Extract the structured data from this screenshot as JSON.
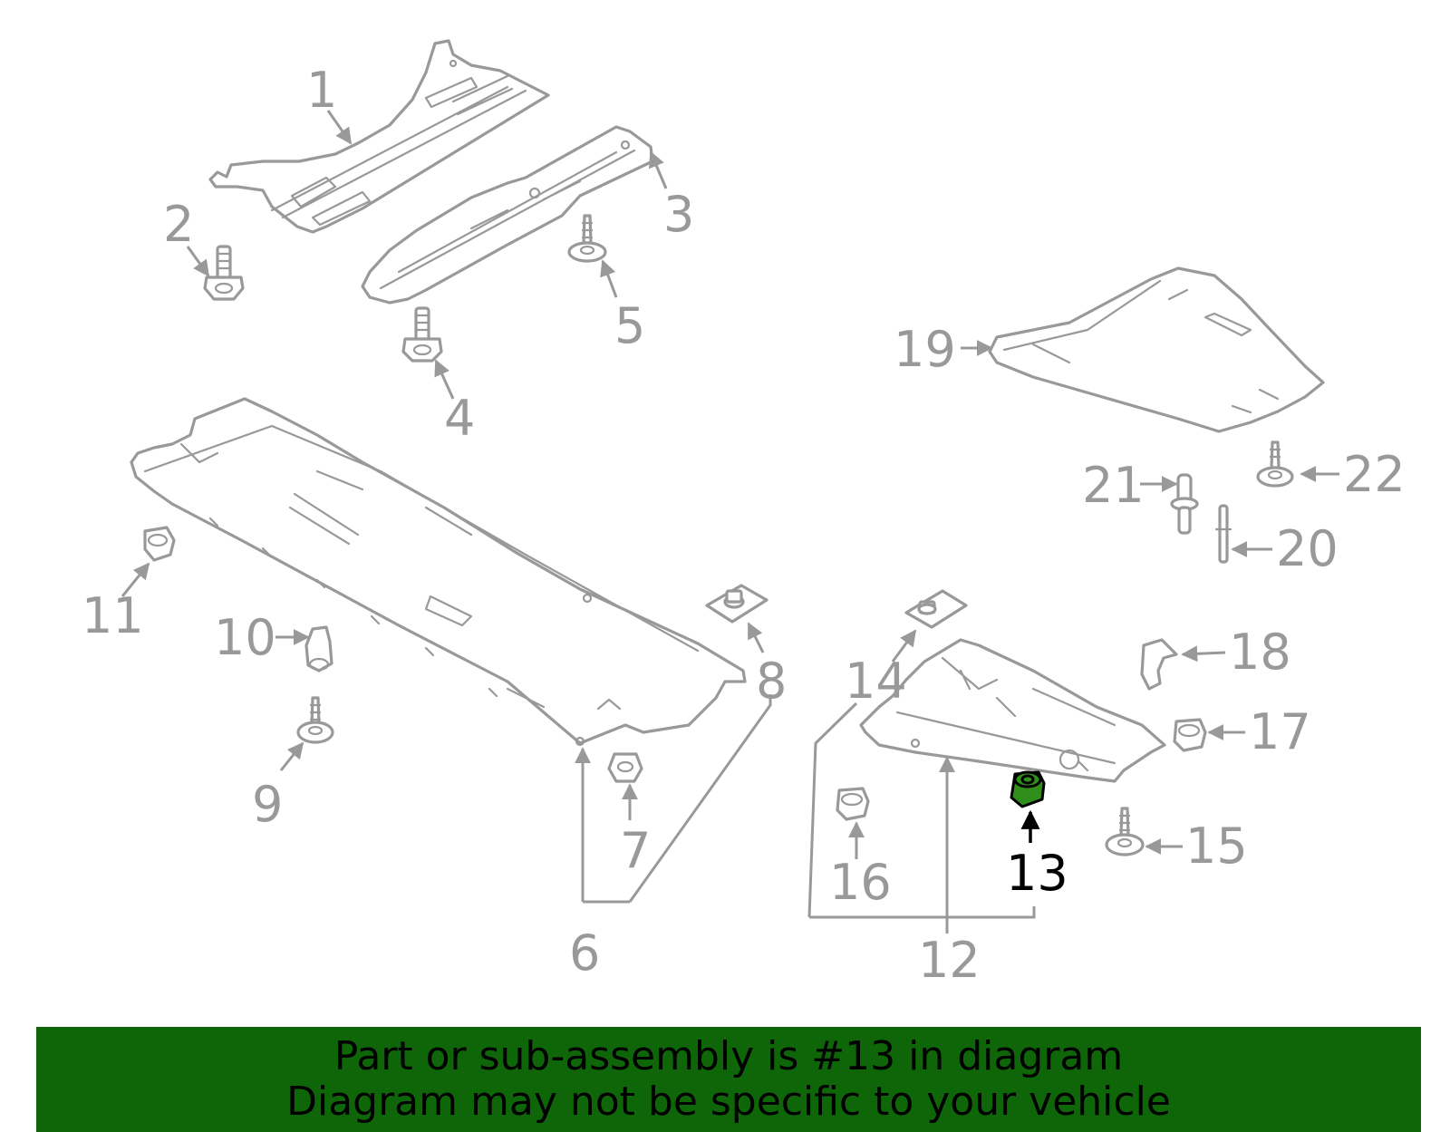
{
  "diagram": {
    "highlighted_callout": "13",
    "highlight_color": "#2f8f1a",
    "line_color": "#999999",
    "callouts": [
      "1",
      "2",
      "3",
      "4",
      "5",
      "6",
      "7",
      "8",
      "9",
      "10",
      "11",
      "12",
      "13",
      "14",
      "15",
      "16",
      "17",
      "18",
      "19",
      "20",
      "21",
      "22"
    ]
  },
  "banner": {
    "line1": "Part or sub-assembly is #13 in diagram",
    "line2": "Diagram may not be specific to your vehicle",
    "background": "#0f6608"
  }
}
